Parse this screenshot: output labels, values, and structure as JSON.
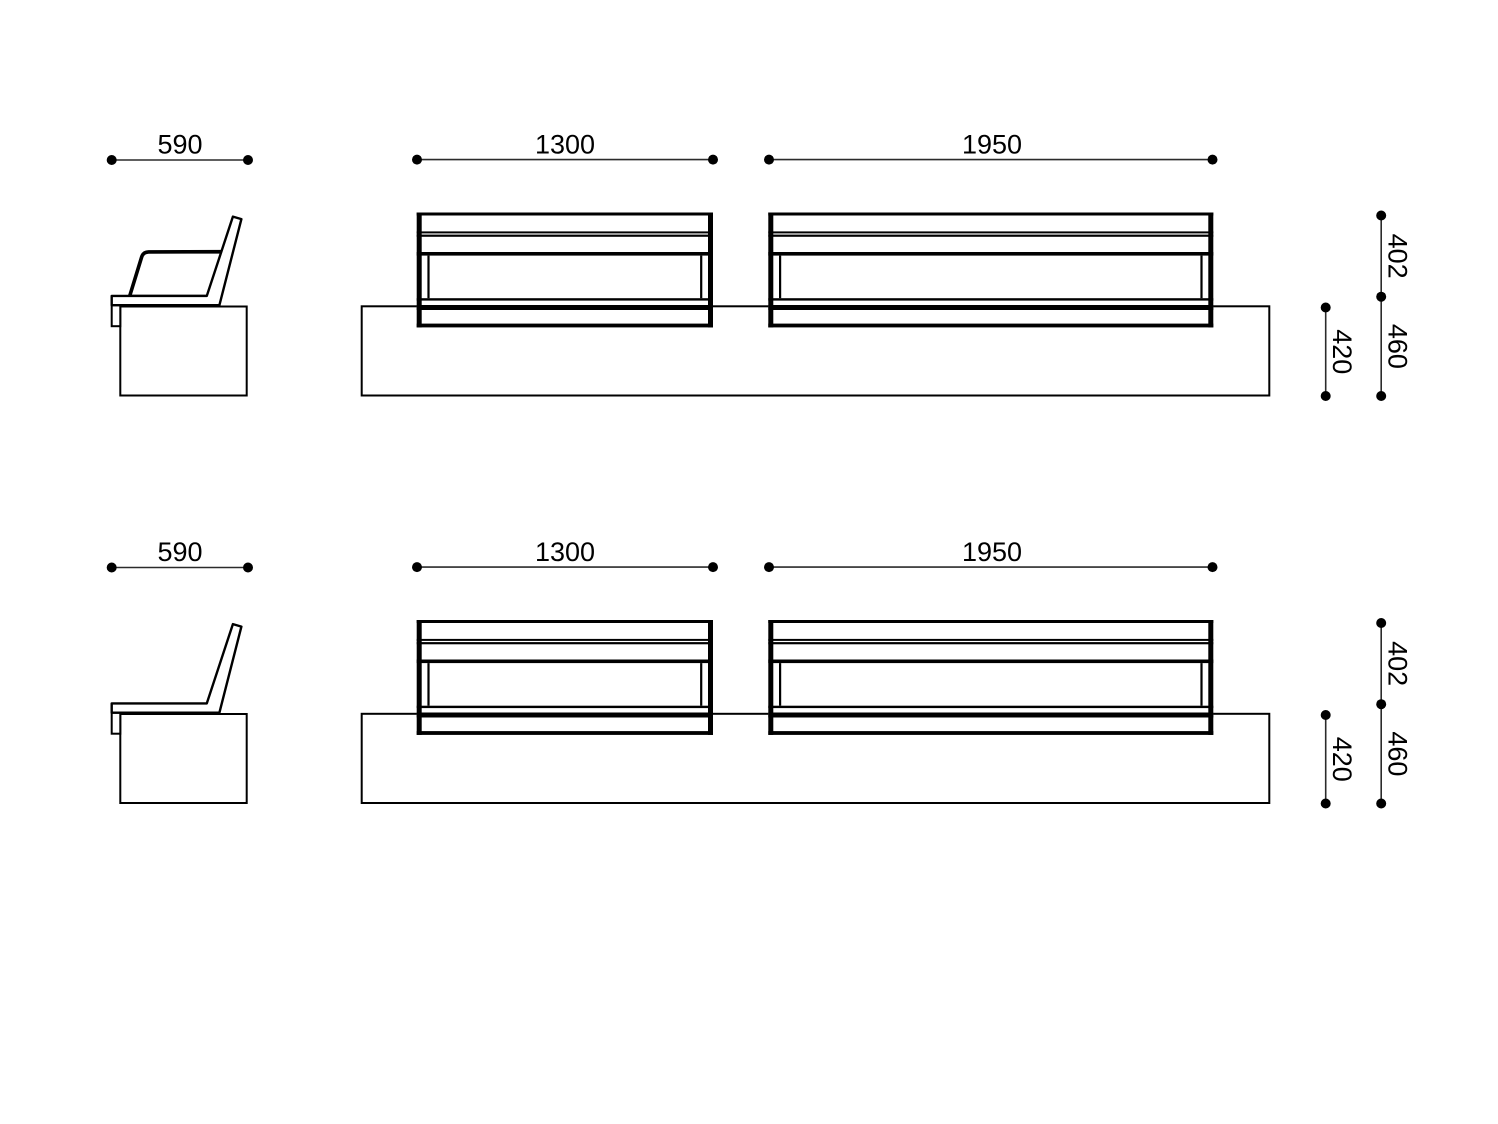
{
  "drawing": {
    "background": "#ffffff",
    "line_color": "#000000",
    "dim_line_color": "#2b2b2b",
    "rows": [
      {
        "variant": "bench with seat cushion",
        "labels": {
          "seat_depth": "590",
          "bench_length_short": "1300",
          "bench_length_long": "1950",
          "backrest_above_seat": "402",
          "seat_height": "460",
          "platform_height": "420"
        }
      },
      {
        "variant": "bench without seat cushion",
        "labels": {
          "seat_depth": "590",
          "bench_length_short": "1300",
          "bench_length_long": "1950",
          "backrest_above_seat": "402",
          "seat_height": "460",
          "platform_height": "420"
        }
      }
    ]
  }
}
